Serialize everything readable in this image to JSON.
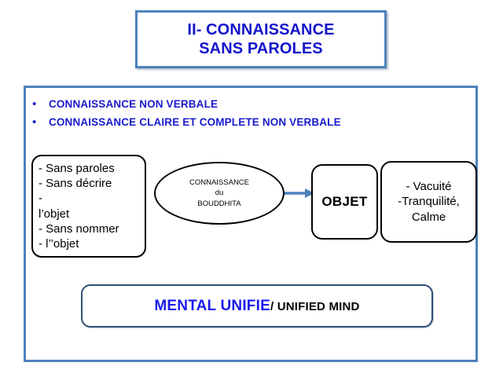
{
  "title": {
    "text": "II- CONNAISSANCE\nSANS PAROLES",
    "color": "#1414cc",
    "border_color": "#4f81bd"
  },
  "frame": {
    "border_color": "#4f81bd"
  },
  "bullets": {
    "marker": "•",
    "color": "#1a1acc",
    "items": [
      {
        "label": "CONNAISSANCE NON VERBALE"
      },
      {
        "label": "CONNAISSANCE CLAIRE ET COMPLETE NON VERBALE"
      }
    ]
  },
  "diagram": {
    "left_box": {
      "text": "- Sans paroles\n-  Sans décrire\n           -\nl’objet\n - Sans nommer\n-          l’’objet"
    },
    "ellipse": {
      "text": "CONNAISSANCE\ndu\nBOUDDHITA"
    },
    "arrow": {
      "name": "arrow-right",
      "color": "#4f81bd"
    },
    "objet_box": {
      "text": "OBJET"
    },
    "right_box": {
      "text": "- Vacuité\n-Tranquilité,\nCalme"
    }
  },
  "bottom_box": {
    "french_label": "MENTAL UNIFIE",
    "english_label": "/ UNIFIED MIND",
    "french_color": "#1a1aee",
    "english_color": "#000000",
    "border_color": "#2e4f76"
  }
}
